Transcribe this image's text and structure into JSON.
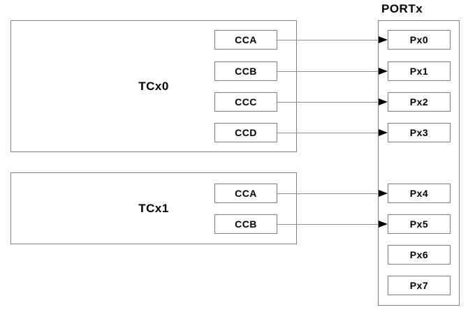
{
  "port": {
    "label": "PORTx",
    "pins": [
      "Px0",
      "Px1",
      "Px2",
      "Px3",
      "Px4",
      "Px5",
      "Px6",
      "Px7"
    ]
  },
  "timers": [
    {
      "label": "TCx0",
      "channels": [
        "CCA",
        "CCB",
        "CCC",
        "CCD"
      ]
    },
    {
      "label": "TCx1",
      "channels": [
        "CCA",
        "CCB"
      ]
    }
  ],
  "connections": [
    {
      "from": "TCx0.CCA",
      "to": "Px0"
    },
    {
      "from": "TCx0.CCB",
      "to": "Px1"
    },
    {
      "from": "TCx0.CCC",
      "to": "Px2"
    },
    {
      "from": "TCx0.CCD",
      "to": "Px3"
    },
    {
      "from": "TCx1.CCA",
      "to": "Px4"
    },
    {
      "from": "TCx1.CCB",
      "to": "Px5"
    }
  ],
  "colors": {
    "background": "#ffffff",
    "box_border": "#7f7f7f",
    "wire": "#8c8c8c",
    "arrow": "#000000",
    "text": "#000000"
  }
}
